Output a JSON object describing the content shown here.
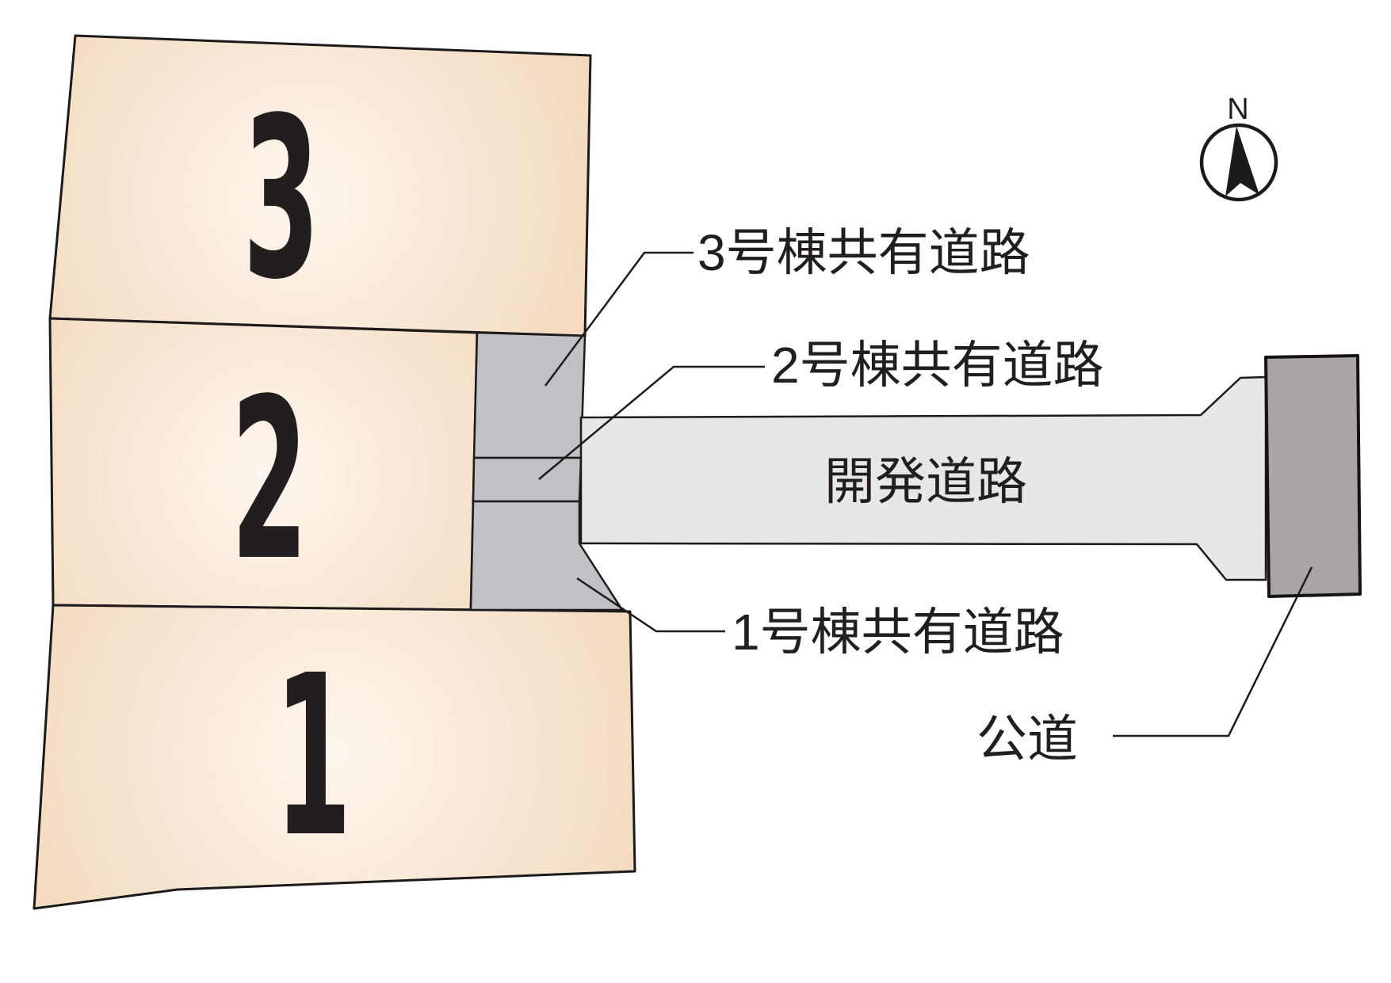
{
  "compass": {
    "north_label": "N"
  },
  "lots": {
    "lot3": {
      "number": "3"
    },
    "lot2": {
      "number": "2"
    },
    "lot1": {
      "number": "1"
    }
  },
  "road_labels": {
    "shared_road_3": "3号棟共有道路",
    "shared_road_2": "2号棟共有道路",
    "development_road": "開発道路",
    "shared_road_1": "1号棟共有道路",
    "public_road": "公道"
  },
  "colors": {
    "lot_fill_edge": "#f3d9bd",
    "lot_fill_center": "#fdf6ee",
    "shared_road_fill": "#c1c0c5",
    "development_road_fill": "#e7e7e8",
    "public_road_fill": "#a8a4a7",
    "outline": "#1d1a1b",
    "text": "#221e1f"
  }
}
